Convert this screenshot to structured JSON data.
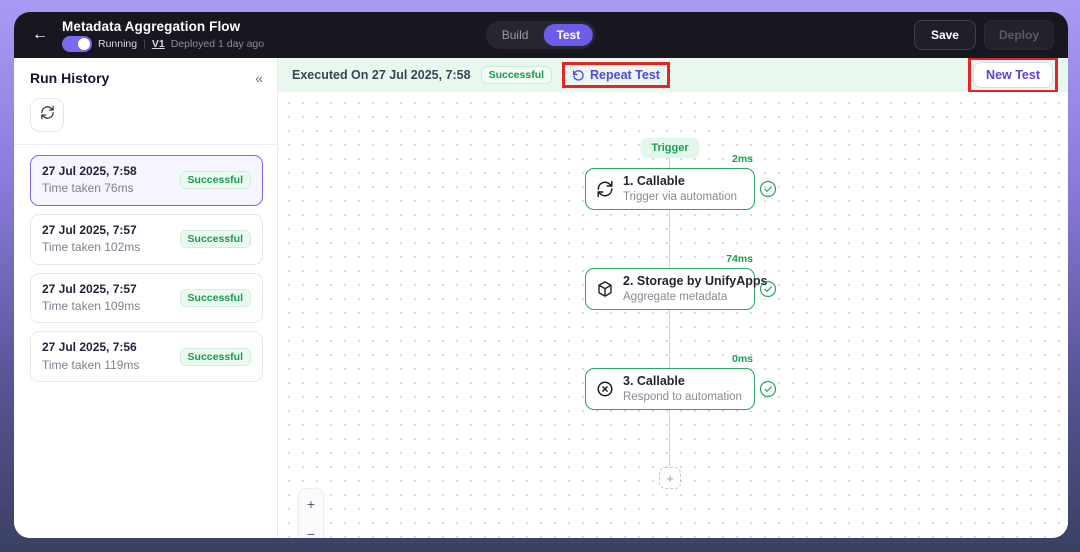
{
  "header": {
    "back_icon": "←",
    "title": "Metadata Aggregation Flow",
    "status_toggle_label": "Running",
    "meta_separator": "|",
    "version": "V1",
    "deployed_text": "Deployed 1 day ago",
    "mode_tabs": {
      "build_label": "Build",
      "test_label": "Test",
      "active": "Test"
    },
    "save_label": "Save",
    "deploy_label": "Deploy"
  },
  "sidebar": {
    "title": "Run History",
    "collapse_icon": "«",
    "runs": [
      {
        "date": "27 Jul 2025, 7:58",
        "time_taken": "Time taken 76ms",
        "status": "Successful",
        "selected": true
      },
      {
        "date": "27 Jul 2025, 7:57",
        "time_taken": "Time taken 102ms",
        "status": "Successful",
        "selected": false
      },
      {
        "date": "27 Jul 2025, 7:57",
        "time_taken": "Time taken 109ms",
        "status": "Successful",
        "selected": false
      },
      {
        "date": "27 Jul 2025, 7:56",
        "time_taken": "Time taken 119ms",
        "status": "Successful",
        "selected": false
      }
    ]
  },
  "run_bar": {
    "executed_on": "Executed On 27 Jul 2025, 7:58",
    "status": "Successful",
    "repeat_test_label": "Repeat Test",
    "new_test_label": "New Test"
  },
  "flow": {
    "trigger_label": "Trigger",
    "nodes": [
      {
        "title": "1. Callable",
        "subtitle": "Trigger via automation",
        "duration": "2ms",
        "icon": "sync-icon",
        "status": "success"
      },
      {
        "title": "2. Storage by UnifyApps",
        "subtitle": "Aggregate metadata",
        "duration": "74ms",
        "icon": "package-icon",
        "status": "success"
      },
      {
        "title": "3. Callable",
        "subtitle": "Respond to automation",
        "duration": "0ms",
        "icon": "circle-x-icon",
        "status": "success"
      }
    ],
    "add_node_label": "+"
  },
  "canvas_controls": {
    "zoom_in": "+",
    "zoom_out": "−"
  },
  "colors": {
    "accent_purple": "#6c5ce8",
    "link_purple": "#5743e6",
    "success_green": "#189a4e",
    "node_border_green": "#2aa565",
    "bar_mint": "#e9f8ef",
    "annotation_red": "#e52525",
    "header_dark": "#17171f"
  }
}
